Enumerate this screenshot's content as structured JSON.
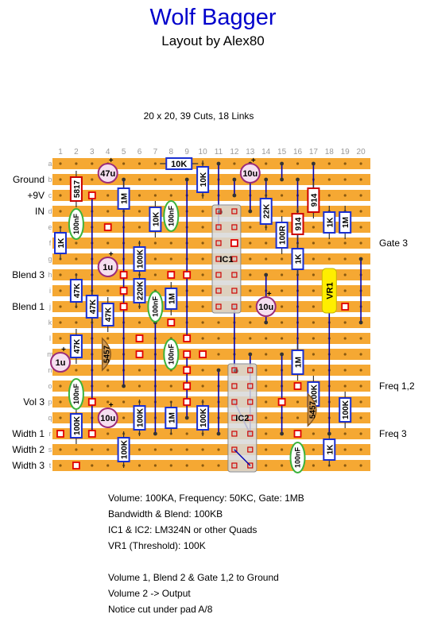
{
  "header": {
    "title": "Wolf Bagger",
    "subtitle": "Layout by Alex80",
    "stats": "20 x 20, 39 Cuts, 18 Links"
  },
  "board": {
    "columns": [
      "1",
      "2",
      "3",
      "4",
      "5",
      "6",
      "7",
      "8",
      "9",
      "10",
      "11",
      "12",
      "13",
      "14",
      "15",
      "16",
      "17",
      "18",
      "19",
      "20"
    ],
    "rows": [
      "a",
      "b",
      "c",
      "d",
      "e",
      "f",
      "g",
      "h",
      "i",
      "j",
      "k",
      "l",
      "m",
      "n",
      "o",
      "p",
      "q",
      "r",
      "s",
      "t"
    ],
    "strip_color": "#f5a833",
    "gap_color": "#ffffff",
    "cut_color": "#e00000",
    "link_color": "#0000b0",
    "ic_label_1": "IC1",
    "ic_label_2": "IC2",
    "pot_label": "VR1"
  },
  "left_labels": [
    {
      "row": 1,
      "text": "Ground"
    },
    {
      "row": 2,
      "text": "+9V"
    },
    {
      "row": 3,
      "text": "IN"
    },
    {
      "row": 7,
      "text": "Blend 3"
    },
    {
      "row": 9,
      "text": "Blend 1"
    },
    {
      "row": 15,
      "text": "Vol 3"
    },
    {
      "row": 17,
      "text": "Width 1"
    },
    {
      "row": 18,
      "text": "Width 2"
    },
    {
      "row": 19,
      "text": "Width 3"
    }
  ],
  "right_labels": [
    {
      "row": 5,
      "text": "Gate 3"
    },
    {
      "row": 14,
      "text": "Freq 1,2"
    },
    {
      "row": 17,
      "text": "Freq 3"
    }
  ],
  "resistors": [
    {
      "col": 8.5,
      "row": 0,
      "h": true,
      "len": 1.6,
      "text": "10K"
    },
    {
      "col": 10,
      "row": 1,
      "h": false,
      "len": 1.6,
      "text": "10K"
    },
    {
      "col": 2,
      "row": 1.6,
      "h": false,
      "len": 1.5,
      "text": "5817",
      "red": true
    },
    {
      "col": 5,
      "row": 2.2,
      "h": false,
      "len": 1.3,
      "text": "1M"
    },
    {
      "col": 14,
      "row": 3,
      "h": false,
      "len": 1.6,
      "text": "22K"
    },
    {
      "col": 17,
      "row": 2.3,
      "h": false,
      "len": 1.5,
      "text": "914",
      "red": true
    },
    {
      "col": 16,
      "row": 3.8,
      "h": false,
      "len": 1.3,
      "text": "914",
      "red": true
    },
    {
      "col": 7,
      "row": 3.5,
      "h": false,
      "len": 1.5,
      "text": "10K"
    },
    {
      "col": 18,
      "row": 3.7,
      "h": false,
      "len": 1.3,
      "text": "1K"
    },
    {
      "col": 19,
      "row": 3.7,
      "h": false,
      "len": 1.3,
      "text": "1M"
    },
    {
      "col": 1,
      "row": 5,
      "h": false,
      "len": 1.3,
      "text": "1K"
    },
    {
      "col": 15,
      "row": 4.5,
      "h": false,
      "len": 1.6,
      "text": "100R"
    },
    {
      "col": 16,
      "row": 6,
      "h": false,
      "len": 1.3,
      "text": "1K"
    },
    {
      "col": 6,
      "row": 6,
      "h": false,
      "len": 1.5,
      "text": "100K"
    },
    {
      "col": 2,
      "row": 8,
      "h": false,
      "len": 1.4,
      "text": "47K"
    },
    {
      "col": 6,
      "row": 8,
      "h": false,
      "len": 1.5,
      "text": "220K"
    },
    {
      "col": 3,
      "row": 9,
      "h": false,
      "len": 1.4,
      "text": "47K"
    },
    {
      "col": 4,
      "row": 9.5,
      "h": false,
      "len": 1.4,
      "text": "47K"
    },
    {
      "col": 8,
      "row": 8.5,
      "h": false,
      "len": 1.3,
      "text": "1M"
    },
    {
      "col": 2,
      "row": 11.5,
      "h": false,
      "len": 1.4,
      "text": "47K"
    },
    {
      "col": 16,
      "row": 12.5,
      "h": false,
      "len": 1.5,
      "text": "1M"
    },
    {
      "col": 17,
      "row": 14.5,
      "h": false,
      "len": 1.5,
      "text": "100K"
    },
    {
      "col": 19,
      "row": 15.5,
      "h": false,
      "len": 1.5,
      "text": "100K"
    },
    {
      "col": 6,
      "row": 16,
      "h": false,
      "len": 1.5,
      "text": "100K"
    },
    {
      "col": 8,
      "row": 16,
      "h": false,
      "len": 1.3,
      "text": "1M"
    },
    {
      "col": 10,
      "row": 16,
      "h": false,
      "len": 1.5,
      "text": "100K"
    },
    {
      "col": 2,
      "row": 16.5,
      "h": false,
      "len": 1.5,
      "text": "100K"
    },
    {
      "col": 5,
      "row": 18,
      "h": false,
      "len": 1.5,
      "text": "100K"
    },
    {
      "col": 18,
      "row": 18,
      "h": false,
      "len": 1.3,
      "text": "1K"
    }
  ],
  "film_caps": [
    {
      "col": 2,
      "row": 3.8,
      "text": "100nF"
    },
    {
      "col": 8,
      "row": 3.3,
      "text": "100nF"
    },
    {
      "col": 7,
      "row": 9,
      "text": "100nF"
    },
    {
      "col": 8,
      "row": 12,
      "text": "100nF"
    },
    {
      "col": 2,
      "row": 14.5,
      "text": "100nF"
    },
    {
      "col": 16,
      "row": 18.5,
      "text": "100nF"
    }
  ],
  "electrolytics": [
    {
      "col": 4,
      "row": 0.6,
      "text": "47u"
    },
    {
      "col": 13,
      "row": 0.6,
      "text": "10u"
    },
    {
      "col": 4,
      "row": 6.5,
      "text": "1u"
    },
    {
      "col": 14,
      "row": 9,
      "text": "10u"
    },
    {
      "col": 1,
      "row": 12.5,
      "text": "1u"
    },
    {
      "col": 4,
      "row": 16,
      "text": "10u"
    }
  ],
  "transistors": [
    {
      "col": 4,
      "row": 12,
      "text": "5457"
    },
    {
      "col": 17,
      "row": 15.5,
      "text": "5457"
    }
  ],
  "footer_notes": [
    "Volume: 100KA, Frequency: 50KC, Gate: 1MB",
    "Bandwidth & Blend: 100KB",
    "IC1 & IC2: LM324N or other Quads",
    "VR1 (Threshold): 100K",
    "",
    "Volume 1, Blend 2 & Gate 1,2 to Ground",
    "Volume 2 -> Output",
    "Notice cut under pad A/8"
  ]
}
